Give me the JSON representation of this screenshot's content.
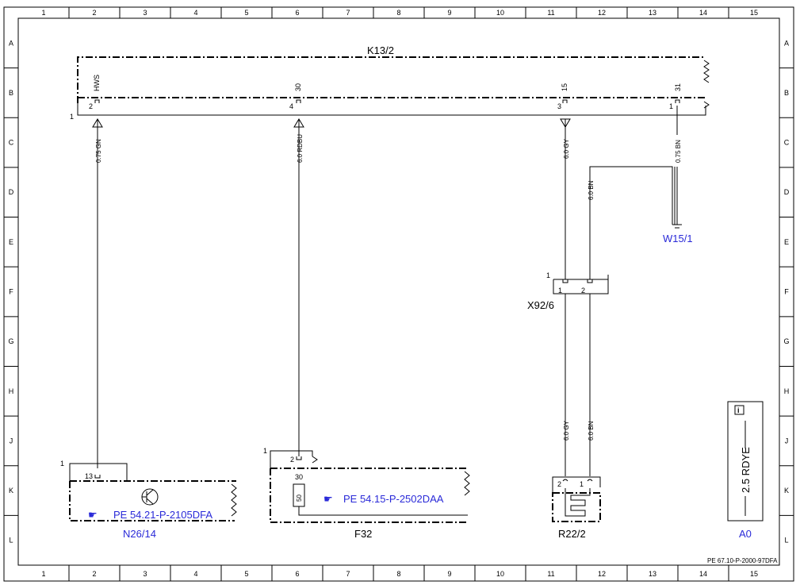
{
  "grid": {
    "columns": [
      "1",
      "2",
      "3",
      "4",
      "5",
      "6",
      "7",
      "8",
      "9",
      "10",
      "11",
      "12",
      "13",
      "14",
      "15"
    ],
    "rows": [
      "A",
      "B",
      "C",
      "D",
      "E",
      "F",
      "G",
      "H",
      "J",
      "K",
      "L"
    ]
  },
  "components": {
    "k13_2": {
      "label": "K13/2",
      "pins": [
        {
          "num": "2",
          "name": "HWS"
        },
        {
          "num": "4",
          "name": "30"
        },
        {
          "num": "3",
          "name": "15"
        },
        {
          "num": "1",
          "name": "31"
        }
      ],
      "ground_ref": "1"
    },
    "n26_14": {
      "label": "N26/14",
      "pin": "13",
      "ref": "PE 54.21-P-2105DFA",
      "ground_ref": "1"
    },
    "f32": {
      "label": "F32",
      "pin": "2",
      "terminal": "30",
      "fuse": "50",
      "ref": "PE 54.15-P-2502DAA",
      "ground_ref": "1"
    },
    "x92_6": {
      "label": "X92/6",
      "pins": [
        "1",
        "2"
      ],
      "ground_ref": "1"
    },
    "w15_1": {
      "label": "W15/1"
    },
    "r22_2": {
      "label": "R22/2",
      "pins": [
        "2",
        "1"
      ]
    }
  },
  "wires": {
    "hws": "0.75 GN",
    "k30": "6.0 RDBU",
    "k15": "6.0 GY",
    "k31": "0.75 BN",
    "x_bn": "6.0 BN",
    "r_gy": "6.0 GY",
    "r_bn": "6.0 BN"
  },
  "legend": {
    "wire": "2.5 RDYE",
    "label": "A0"
  },
  "doc_number": "PE 67.10-P-2000-97DFA",
  "colors": {
    "link": "#2a2ad8",
    "line": "#000000"
  },
  "icons": [
    "hand-pointer-icon",
    "info-icon",
    "transistor-icon",
    "fuse-icon",
    "heater-coil-icon",
    "ground-icon",
    "connector-pin-icon"
  ]
}
